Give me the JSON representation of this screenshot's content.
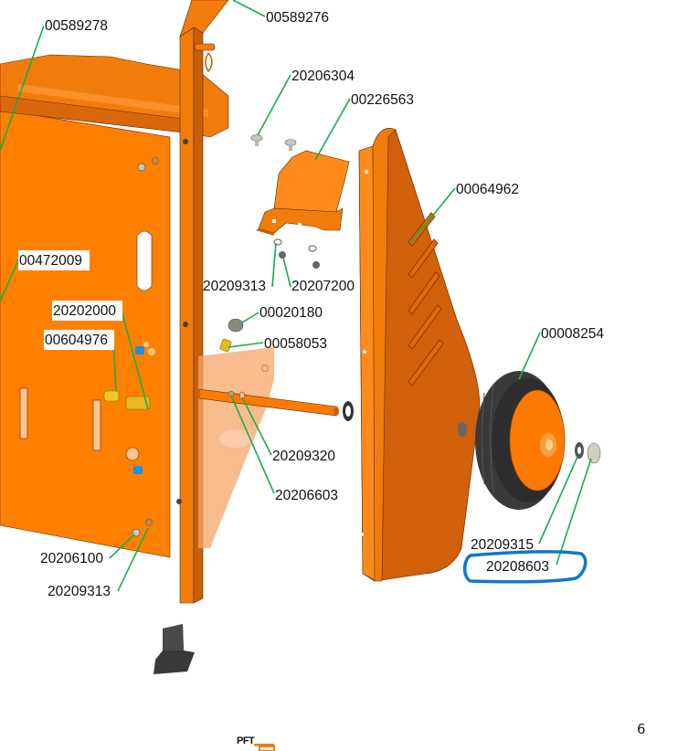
{
  "page": {
    "number": "6",
    "logo_text": "PFT"
  },
  "colors": {
    "frame_orange": "#f27c0b",
    "frame_dark": "#c85f05",
    "panel_orange": "#ff8000",
    "leader_green": "#14b04a",
    "highlight_blue": "#1277cc",
    "tire_black": "#333333",
    "hardware_gray": "#c8c8bc"
  },
  "callouts": [
    {
      "id": "00589278",
      "label": "00589278"
    },
    {
      "id": "00589276",
      "label": "00589276"
    },
    {
      "id": "20206304",
      "label": "20206304"
    },
    {
      "id": "00226563",
      "label": "00226563"
    },
    {
      "id": "00064962",
      "label": "00064962"
    },
    {
      "id": "00472009",
      "label": "00472009"
    },
    {
      "id": "20209313a",
      "label": "20209313"
    },
    {
      "id": "20207200",
      "label": "20207200"
    },
    {
      "id": "20202000",
      "label": "20202000"
    },
    {
      "id": "00020180",
      "label": "00020180"
    },
    {
      "id": "00604976",
      "label": "00604976"
    },
    {
      "id": "00058053",
      "label": "00058053"
    },
    {
      "id": "00008254",
      "label": "00008254"
    },
    {
      "id": "20209320",
      "label": "20209320"
    },
    {
      "id": "20206603",
      "label": "20206603"
    },
    {
      "id": "20206100",
      "label": "20206100"
    },
    {
      "id": "20209313b",
      "label": "20209313"
    },
    {
      "id": "20209315",
      "label": "20209315"
    },
    {
      "id": "20208603",
      "label": "20208603"
    }
  ],
  "highlight": {
    "target": "20208603",
    "annotation": "hand-drawn blue circle"
  }
}
